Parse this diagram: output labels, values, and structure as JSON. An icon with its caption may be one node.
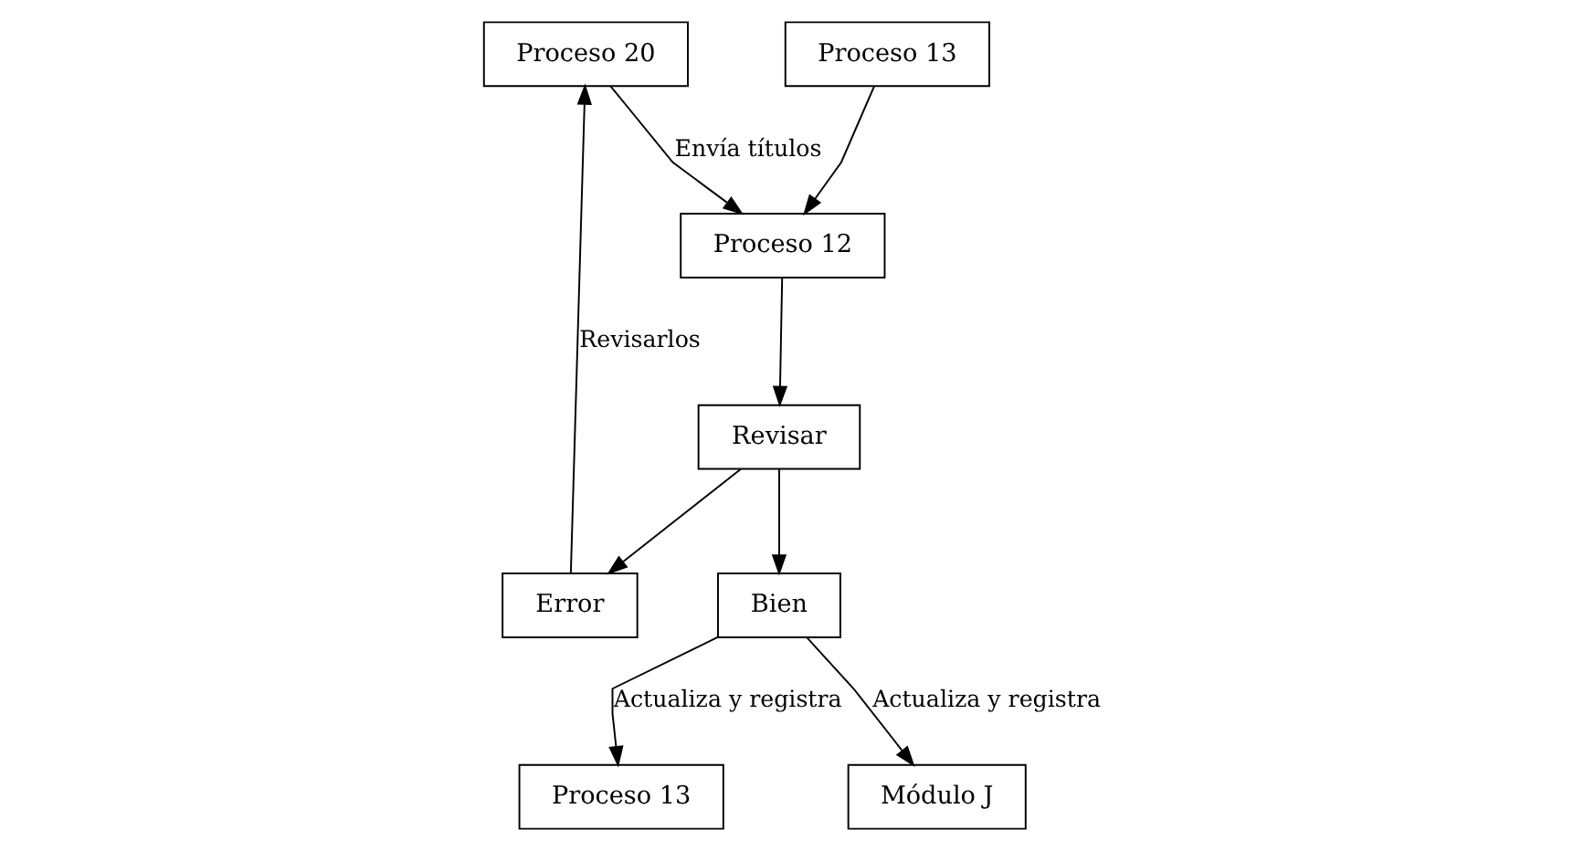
{
  "diagram": {
    "nodes": [
      {
        "text": [
          "Proceso 20"
        ]
      },
      {
        "text": [
          "Proceso 13"
        ]
      },
      {
        "text": [
          "Proceso 12"
        ]
      },
      {
        "text": [
          "Proceso 13"
        ]
      },
      {
        "text": [
          "Revisar"
        ]
      },
      {
        "text": [
          "Módulo J"
        ]
      },
      {
        "text": [
          "Error"
        ]
      },
      {
        "text": [
          "Bien"
        ]
      }
    ],
    "edges": [
      {
        "from": 0,
        "to": 2,
        "arrow": "to",
        "label": "Envía títulos"
      },
      {
        "from": 1,
        "to": 2,
        "arrow": "to"
      },
      {
        "from": 2,
        "to": 4,
        "arrow": "to"
      },
      {
        "from": 4,
        "to": 6,
        "arrow": "to"
      },
      {
        "from": 6,
        "to": 0,
        "arrow": "to",
        "label": "Revisarlos"
      },
      {
        "from": 4,
        "to": 7,
        "arrow": "to"
      },
      {
        "from": 7,
        "to": 3,
        "arrow": "to",
        "label": "Actualiza y registra"
      },
      {
        "from": 7,
        "to": 5,
        "arrow": "to",
        "label": "Actualiza y registra"
      }
    ]
  }
}
